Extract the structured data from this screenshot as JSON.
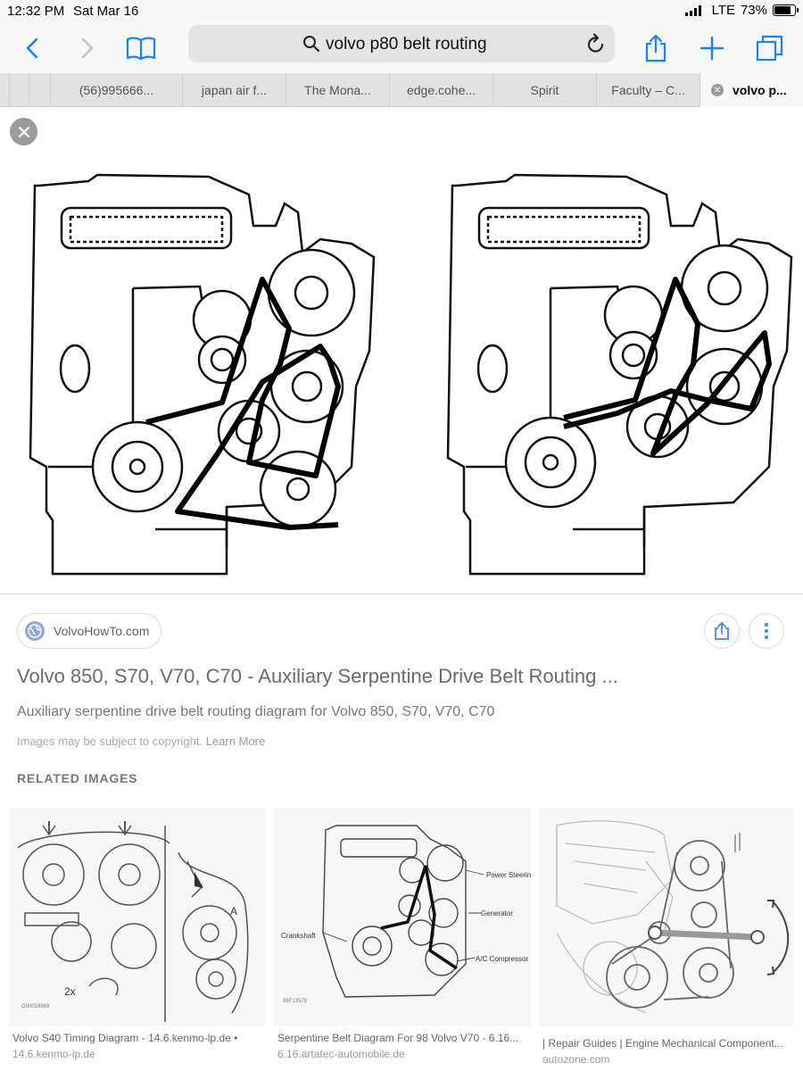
{
  "status_bar": {
    "time": "12:32 PM",
    "date": "Sat Mar 16",
    "network": "LTE",
    "battery": "73%",
    "battery_level": 0.73
  },
  "toolbar": {
    "url_text": "volvo p80 belt routing"
  },
  "tabs": [
    {
      "label": "(56)995666..."
    },
    {
      "label": "japan air f..."
    },
    {
      "label": "The Mona..."
    },
    {
      "label": "edge.cohe..."
    },
    {
      "label": "Spirit"
    },
    {
      "label": "Faculty – C..."
    },
    {
      "label": "volvo p..."
    }
  ],
  "result": {
    "source": "VolvoHowTo.com",
    "title": "Volvo 850, S70, V70, C70 - Auxiliary Serpentine Drive Belt Routing ...",
    "description": "Auxiliary serpentine drive belt routing diagram for Volvo 850, S70, V70, C70",
    "copyright": "Images may be subject to copyright.",
    "learn_more": "Learn More"
  },
  "related": {
    "heading": "RELATED IMAGES",
    "items": [
      {
        "caption": "Volvo S40 Timing Diagram - 14.6.kenmo-lp.de •",
        "domain": "14.6.kenmo-lp.de",
        "image_code": "G00018869",
        "image_text": [
          "2x",
          "A"
        ]
      },
      {
        "caption": "Serpentine Belt Diagram For 98 Volvo V70 - 6.16...",
        "domain": "6.16.artatec-automobile.de",
        "image_code": "96F13579",
        "labels": [
          "Power Steering Pump",
          "Generator",
          "Crankshaft",
          "A/C Compressor"
        ]
      },
      {
        "caption": "| Repair Guides | Engine Mechanical Component...",
        "domain": "autozone.com"
      }
    ]
  },
  "colors": {
    "chrome": "#f7f7f7",
    "tabs_bg": "#e2e2e2",
    "ios_blue": "#1a82fb",
    "url_bar": "#e4e4e7"
  }
}
